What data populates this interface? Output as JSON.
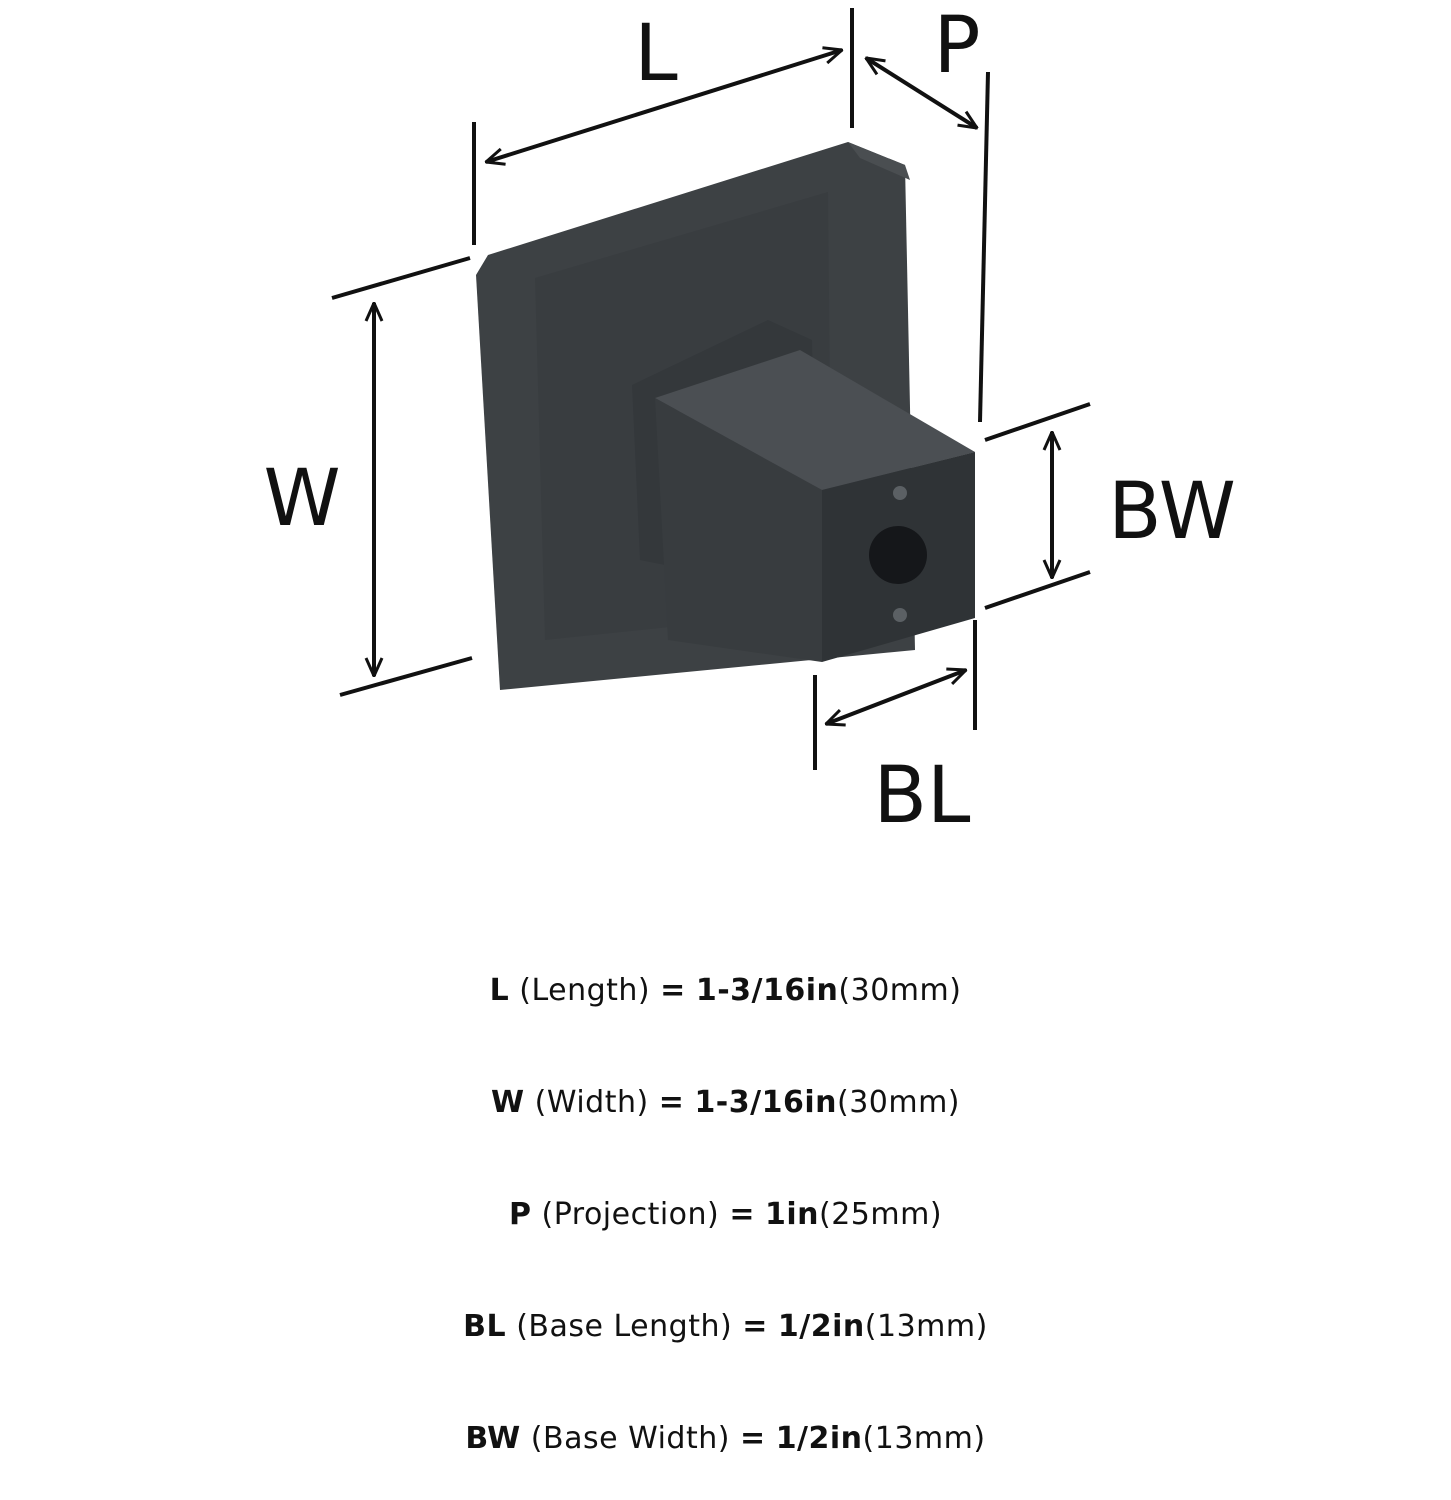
{
  "diagram": {
    "labels": {
      "L": "L",
      "P": "P",
      "W": "W",
      "BW": "BW",
      "BL": "BL"
    },
    "colors": {
      "ink": "#111111",
      "body": "#3b3f42",
      "body_dark": "#2b2e31",
      "hole": "#111314"
    }
  },
  "specs": [
    {
      "key": "L",
      "desc": "(Length)",
      "eq": "=",
      "inch": "1-3/16in",
      "mm": "(30mm)"
    },
    {
      "key": "W",
      "desc": "(Width)",
      "eq": "=",
      "inch": "1-3/16in",
      "mm": "(30mm)"
    },
    {
      "key": "P",
      "desc": "(Projection)",
      "eq": "=",
      "inch": "1in",
      "mm": "(25mm)"
    },
    {
      "key": "BL",
      "desc": "(Base Length)",
      "eq": "=",
      "inch": "1/2in",
      "mm": "(13mm)"
    },
    {
      "key": "BW",
      "desc": "(Base Width)",
      "eq": "=",
      "inch": "1/2in",
      "mm": "(13mm)"
    }
  ]
}
